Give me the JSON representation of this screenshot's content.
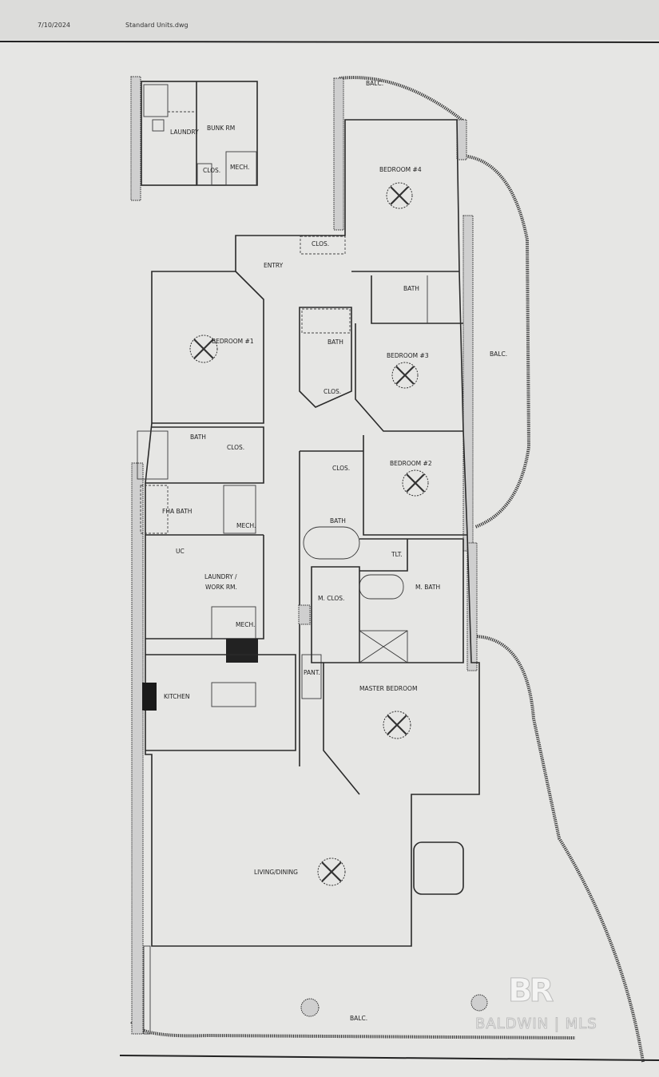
{
  "header": {
    "date": "7/10/2024",
    "filename": "Standard Units.dwg"
  },
  "inset": {
    "laundry": "LAUNDRY",
    "bunk_room": "BUNK RM",
    "closet": "CLOS.",
    "mech": "MECH."
  },
  "rooms": {
    "balc_top": "BALC.",
    "balc_right": "BALC.",
    "balc_bottom": "BALC.",
    "bedroom4": "BEDROOM #4",
    "bath_bed4": "BATH",
    "entry": "ENTRY",
    "entry_closet": "CLOS.",
    "bedroom1": "BEDROOM #1",
    "bath_hall": "BATH",
    "hall_closet": "CLOS.",
    "bedroom3": "BEDROOM #3",
    "bedroom2": "BEDROOM #2",
    "bed2_closet": "CLOS.",
    "bath_bed2": "BATH",
    "bath_bed1": "BATH",
    "bed1_closet": "CLOS.",
    "fha_bath": "FHA BATH",
    "mech1": "MECH.",
    "uc": "UC",
    "laundry_line1": "LAUNDRY /",
    "laundry_line2": "WORK RM.",
    "mech2": "MECH.",
    "kitchen": "KITCHEN",
    "pantry": "PANT.",
    "master_closet": "M. CLOS.",
    "toilet": "TLT.",
    "master_bath": "M. BATH",
    "master_bedroom": "MASTER BEDROOM",
    "living_dining": "LIVING/DINING"
  },
  "watermark": {
    "logo": "BR",
    "text": "BALDWIN | MLS"
  }
}
